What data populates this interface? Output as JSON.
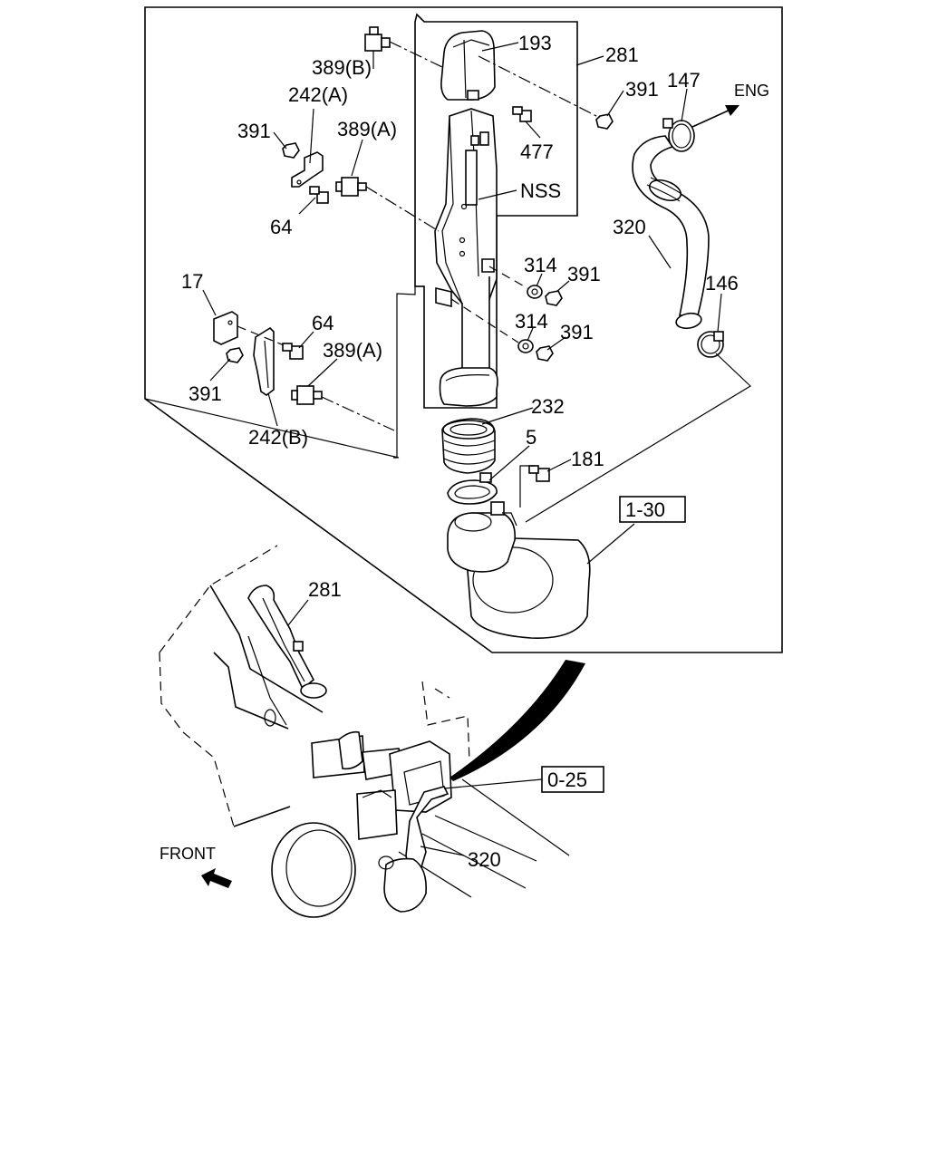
{
  "labels": {
    "p193": "193",
    "p281_top": "281",
    "p389b": "389(B)",
    "p391_a": "391",
    "p147": "147",
    "eng": "ENG",
    "p242a": "242(A)",
    "p391_b": "391",
    "p389a_top": "389(A)",
    "p477": "477",
    "p64_a": "64",
    "pnss": "NSS",
    "p320_top": "320",
    "p17": "17",
    "p314_a": "314",
    "p391_c": "391",
    "p146": "146",
    "p64_b": "64",
    "p314_b": "314",
    "p389a_bot": "389(A)",
    "p391_d": "391",
    "p391_e": "391",
    "p232": "232",
    "p242b": "242(B)",
    "p5": "5",
    "p181": "181",
    "p130": "1-30",
    "p281_bot": "281",
    "p025": "0-25",
    "front": "FRONT",
    "p320_bot": "320"
  }
}
